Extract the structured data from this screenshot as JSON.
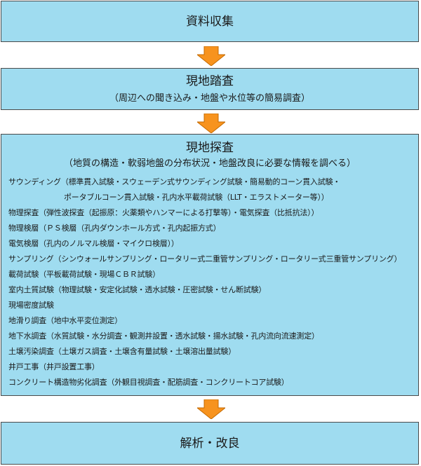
{
  "flow": {
    "step1": {
      "title": "資料収集"
    },
    "step2": {
      "title": "現地踏査",
      "subtitle": "（周辺への聞き込み・地盤や水位等の簡易調査）"
    },
    "step3": {
      "title": "現地探査",
      "subtitle": "（地質の構造・軟弱地盤の分布状況・地盤改良に必要な情報を調べる）",
      "items": [
        {
          "line1": "サウンディング（標準貫入試験・スウェーデン式サウンディング試験・簡易動的コーン貫入試験・",
          "line2": "ポータブルコーン貫入試験・孔内水平載荷試験（LLT・エラストメーター等））"
        },
        {
          "line1": "物理探査（弾性波探査（起振原：火薬類やハンマーによる打撃等）・電気探査（比抵抗法））"
        },
        {
          "line1": "物理検層（ＰＳ検層（孔内ダウンホール方式・孔内起振方式）"
        },
        {
          "line1": "電気検層（孔内のノルマル検層・マイクロ検層））"
        },
        {
          "line1": "サンプリング（シンウォールサンプリング・ロータリー式二重管サンプリング・ロータリー式三重管サンプリング）"
        },
        {
          "line1": "載荷試験（平板載荷試験・現場ＣＢＲ試験）"
        },
        {
          "line1": "室内土質試験（物理試験・安定化試験・透水試験・圧密試験・せん断試験）"
        },
        {
          "line1": "現場密度試験"
        },
        {
          "line1": "地滑り調査（地中水平変位測定）"
        },
        {
          "line1": "地下水調査（水質試験・水分調査・観測井設置・透水試験・揚水試験・孔内流向流速測定）"
        },
        {
          "line1": "土壌汚染調査（土壌ガス調査・土壌含有量試験・土壌溶出量試験）"
        },
        {
          "line1": "井戸工事（井戸設置工事）"
        },
        {
          "line1": "コンクリート構造物劣化調査（外観目視調査・配筋調査・コンクリートコア試験）"
        }
      ]
    },
    "step4": {
      "title": "解析・改良"
    }
  },
  "colors": {
    "box_fill": "#9fdcf0",
    "box_border": "#4a4a4a",
    "arrow_fill": "#f7931e",
    "arrow_stroke": "#c46a00"
  },
  "icons": {
    "arrow": "down-arrow-icon"
  }
}
